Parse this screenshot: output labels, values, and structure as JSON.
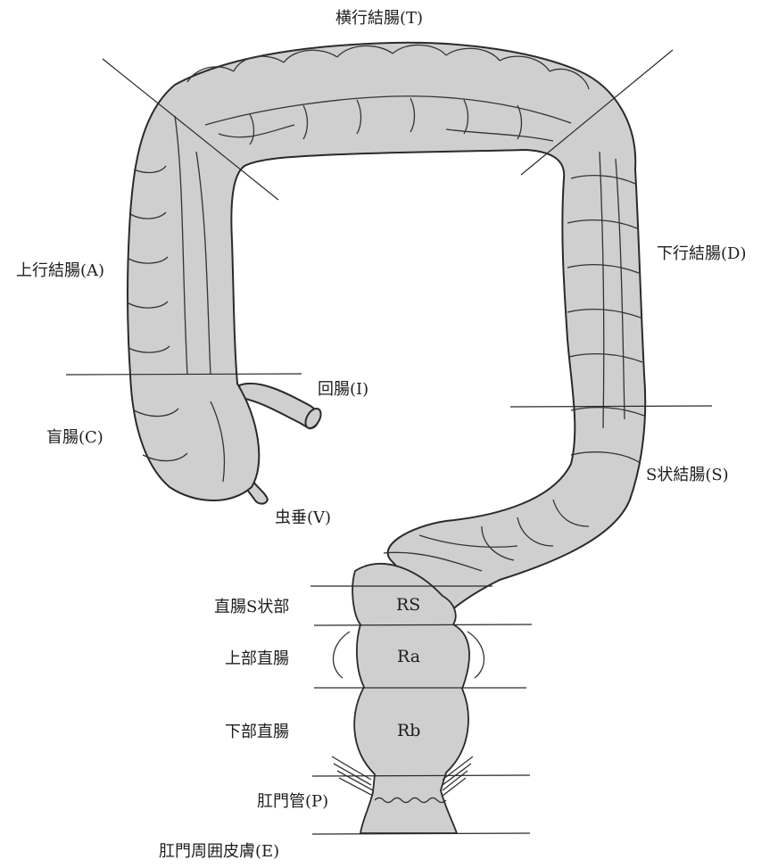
{
  "labels": {
    "transverse_colon": "横行結腸(T)",
    "descending_colon": "下行結腸(D)",
    "ascending_colon": "上行結腸(A)",
    "ileum": "回腸(I)",
    "cecum": "盲腸(C)",
    "sigmoid_colon": "S状結腸(S)",
    "appendix": "虫垂(V)",
    "rectosigmoid": "直腸S状部",
    "upper_rectum": "上部直腸",
    "lower_rectum": "下部直腸",
    "anal_canal": "肛門管(P)",
    "perianal_skin": "肛門周囲皮膚(E)"
  },
  "region_codes": {
    "rs": "RS",
    "ra": "Ra",
    "rb": "Rb"
  },
  "colors": {
    "tissue": "#cfcfcf",
    "outline": "#2a2a2a",
    "background": "#ffffff"
  }
}
